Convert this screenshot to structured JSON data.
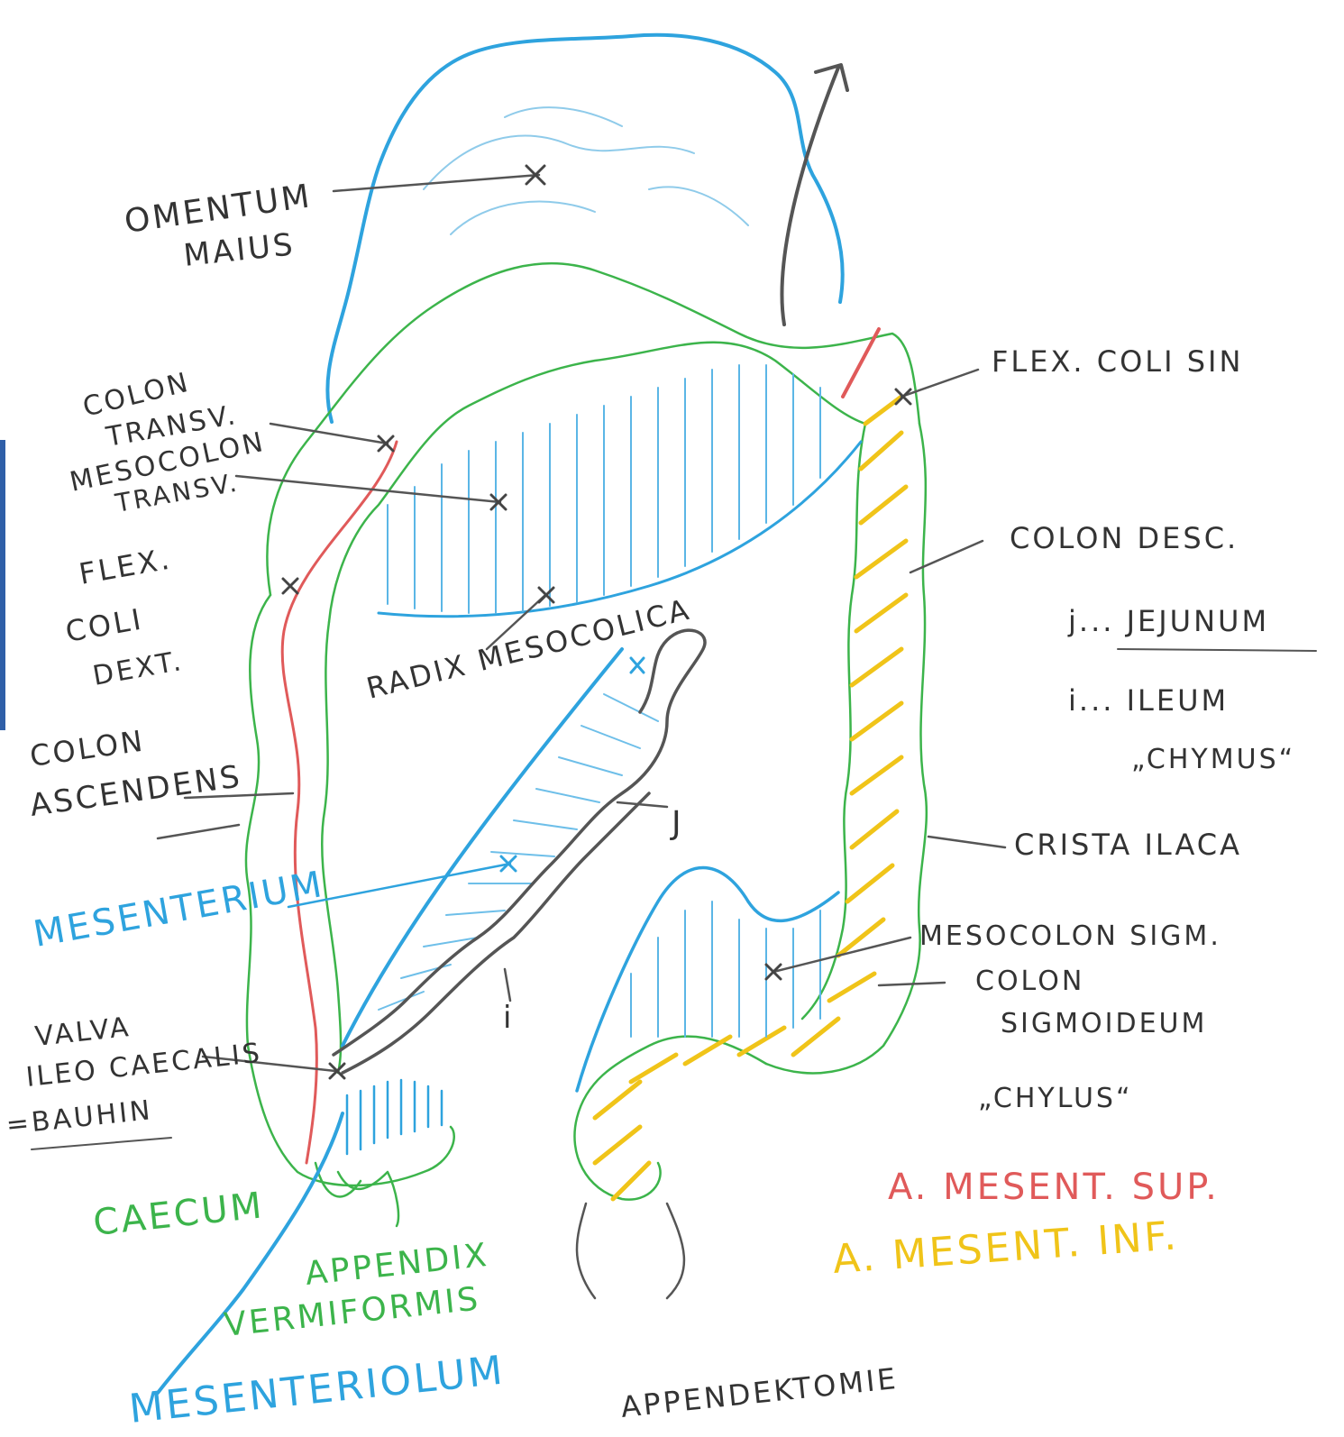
{
  "labels": {
    "omentum": [
      "OMENTUM",
      "MAIUS"
    ],
    "colon_transv": [
      "COLON",
      "TRANSV."
    ],
    "mesocolon_transv": [
      "MESOCOLON",
      "TRANSV."
    ],
    "flex_dext": [
      "FLEX.",
      "COLI",
      "DEXT."
    ],
    "colon_ascendens": [
      "COLON",
      "ASCENDENS"
    ],
    "radix": "RADIX MESOCOLICA",
    "mesenterium": "MESENTERIUM",
    "valva": [
      "VALVA",
      "ILEO CAECALIS",
      "=BAUHIN"
    ],
    "caecum": "CAECUM",
    "appendix": [
      "APPENDIX",
      "VERMIFORMIS"
    ],
    "mesenteriolum": "MESENTERIOLUM",
    "appendektomie": "APPENDEKTOMIE",
    "flex_sin": "FLEX. COLI SIN",
    "colon_desc": "COLON DESC.",
    "legend_j": "j... JEJUNUM",
    "legend_i": "i... ILEUM",
    "chymus": "„CHYMUS“",
    "crista": "CRISTA ILACA",
    "mesocolon_sigm": "MESOCOLON SIGM.",
    "colon_sigm": [
      "COLON",
      "SIGMOIDEUM"
    ],
    "chylus": "„CHYLUS“",
    "a_sup": "A. MESENT. SUP.",
    "a_inf": "A. MESENT. INF.",
    "mark_j": "J",
    "mark_i": "i"
  },
  "colors": {
    "blue": "#2ea3de",
    "green": "#3cb44b",
    "red": "#e05a5a",
    "yellow": "#f0c419",
    "graphite": "#555555"
  }
}
